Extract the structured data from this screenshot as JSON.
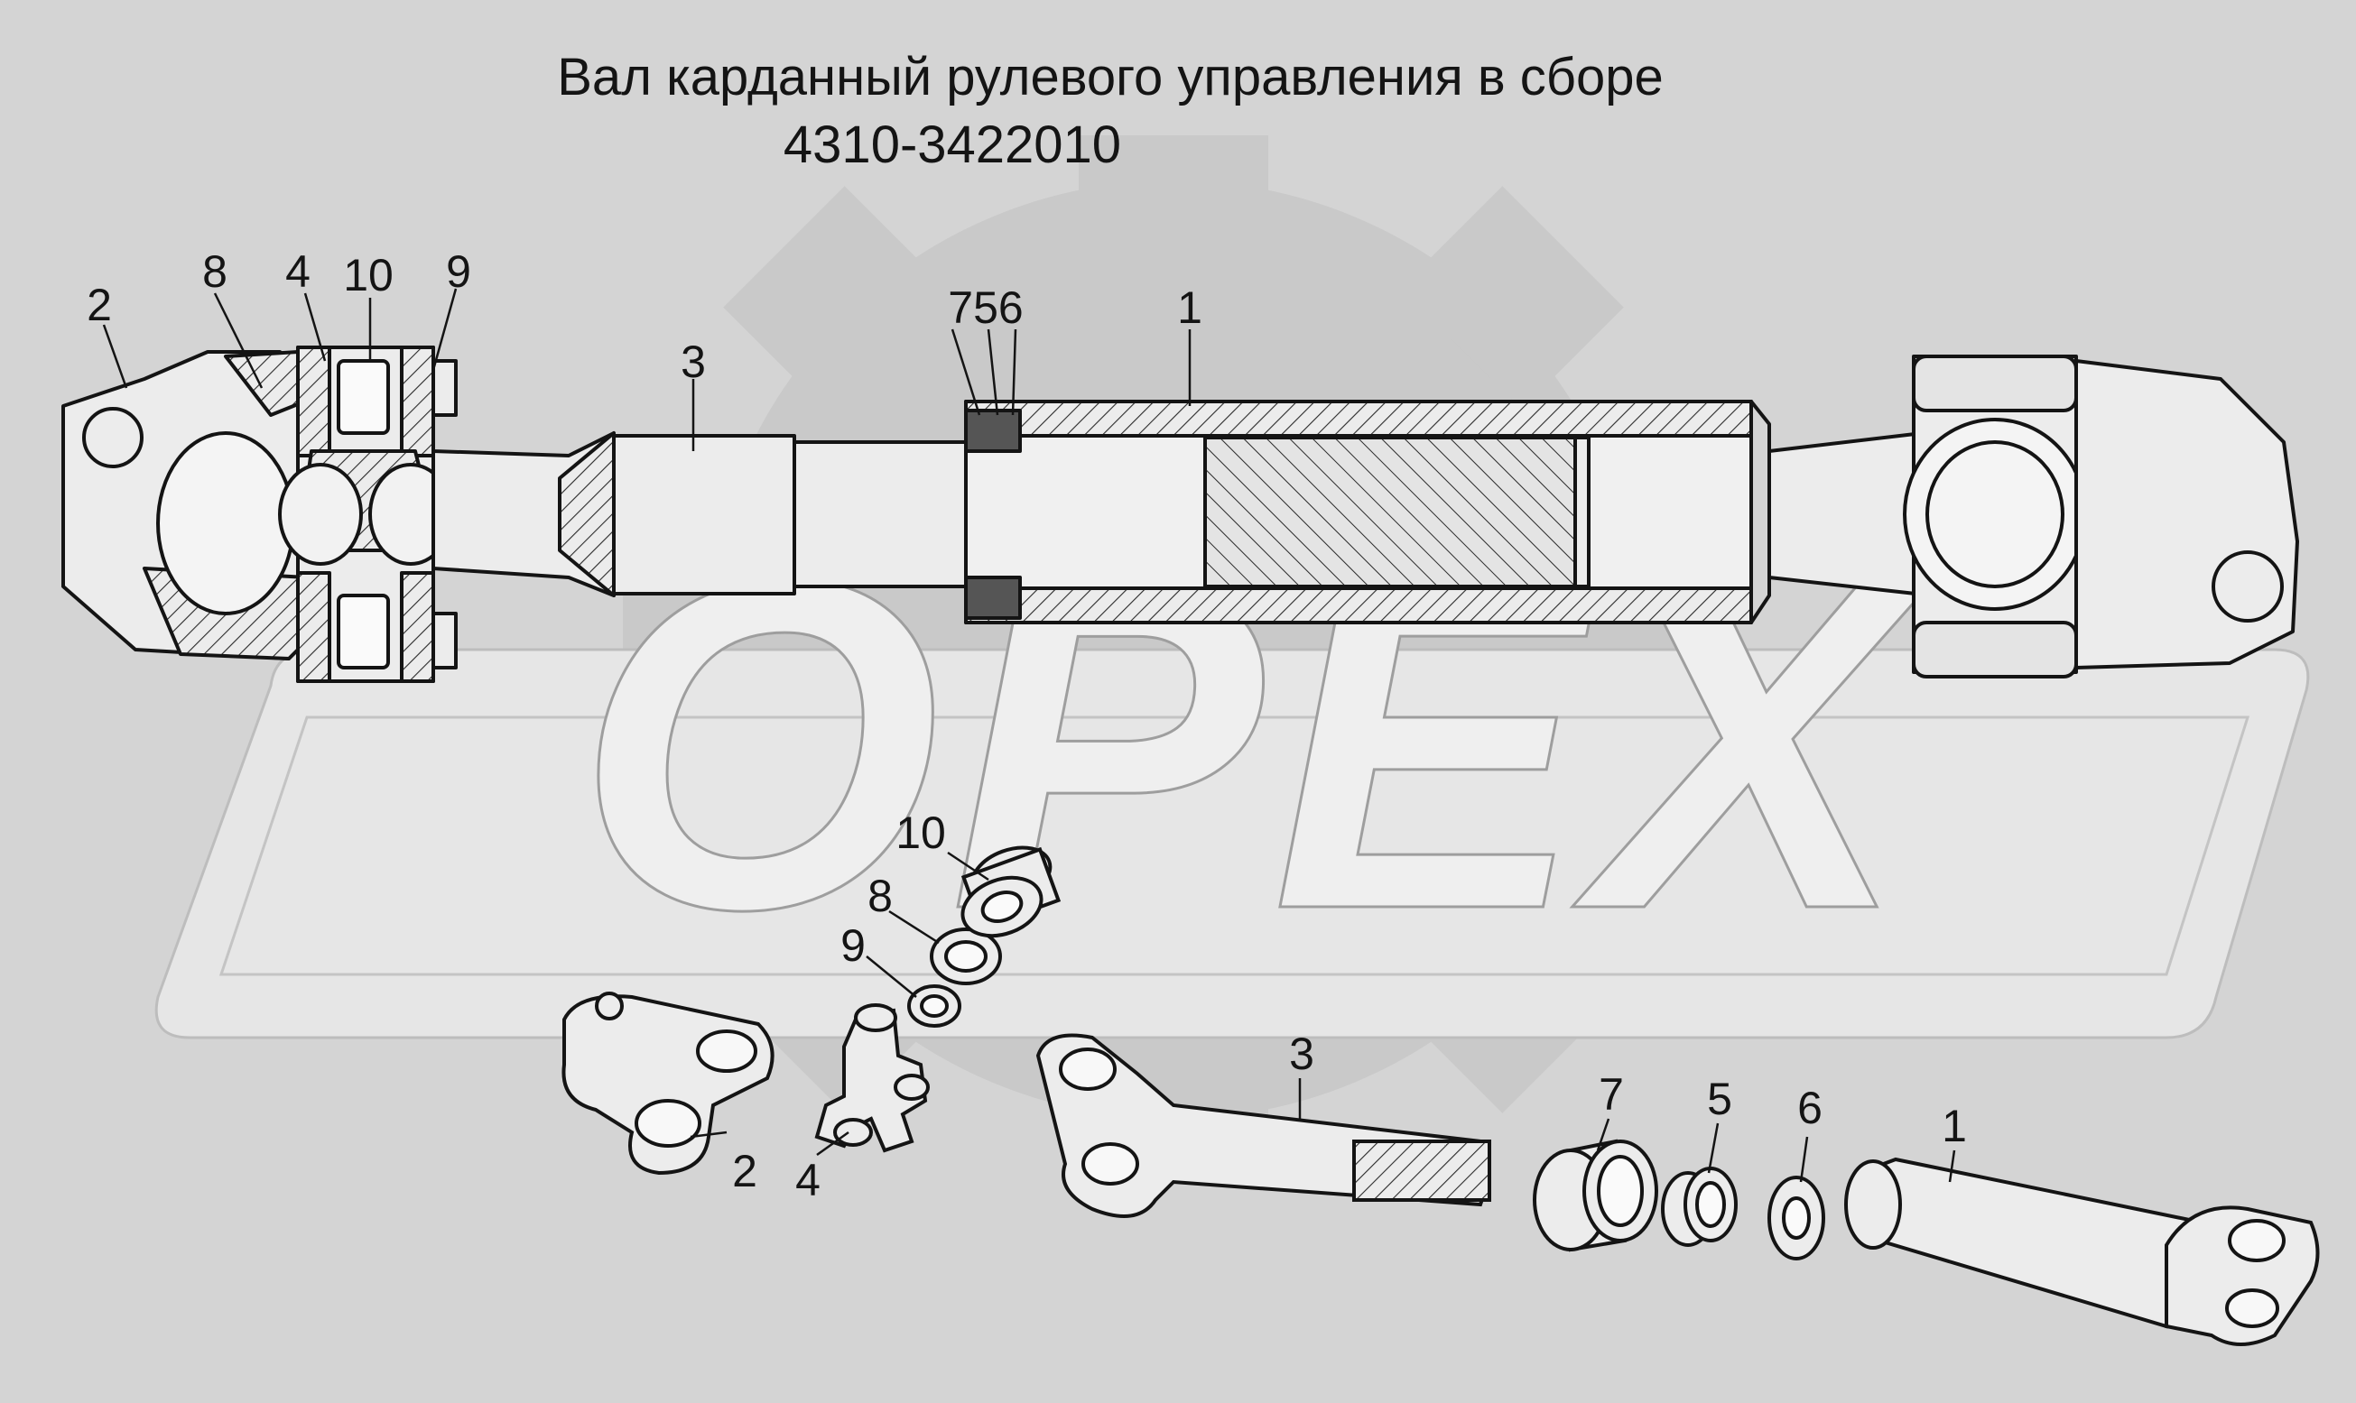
{
  "title": {
    "line1": "Вал карданный рулевого управления в сборе",
    "line2": "4310-3422010"
  },
  "watermark": {
    "text": "OPEX"
  },
  "colors": {
    "background": "#d4d4d4",
    "watermark_gear": "#c9c9c9",
    "watermark_band": "#e6e6e6",
    "ink": "#141414",
    "part_fill": "#ececec",
    "hatch": "#2a2a2a"
  },
  "callouts": {
    "assembly": {
      "c2": "2",
      "c8": "8",
      "c4": "4",
      "c10": "10",
      "c9": "9",
      "c3": "3",
      "c756": "756",
      "c1": "1"
    },
    "exploded": {
      "c10": "10",
      "c8": "8",
      "c9": "9",
      "c2": "2",
      "c4": "4",
      "c3": "3",
      "c7": "7",
      "c5": "5",
      "c6": "6",
      "c1": "1"
    }
  }
}
